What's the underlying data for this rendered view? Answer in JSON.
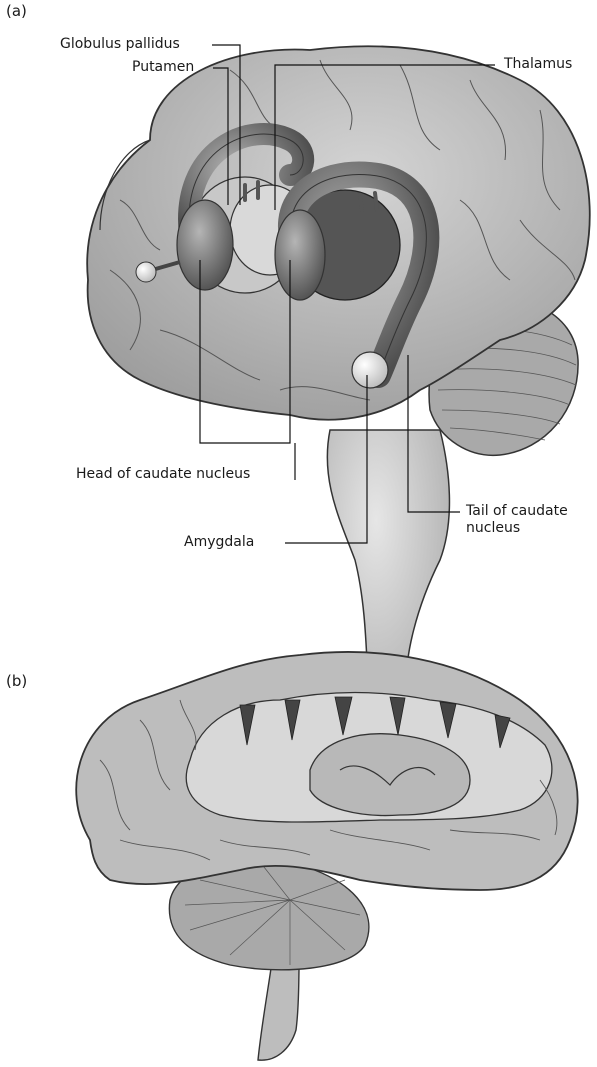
{
  "figure": {
    "panel_a": {
      "label": "(a)",
      "callouts": {
        "globulus_pallidus": "Globulus pallidus",
        "putamen": "Putamen",
        "thalamus": "Thalamus",
        "head_of_caudate": "Head of caudate nucleus",
        "amygdala": "Amygdala",
        "tail_of_caudate_line1": "Tail of caudate",
        "tail_of_caudate_line2": "nucleus"
      }
    },
    "panel_b": {
      "label": "(b)"
    }
  },
  "colors": {
    "cortex_fill": "#bdbdbd",
    "outline": "#333333",
    "caudate_fill": "#7a7a7a",
    "amygdala_fill": "#e8e8e8",
    "white_matter": "#d6d6d6"
  }
}
